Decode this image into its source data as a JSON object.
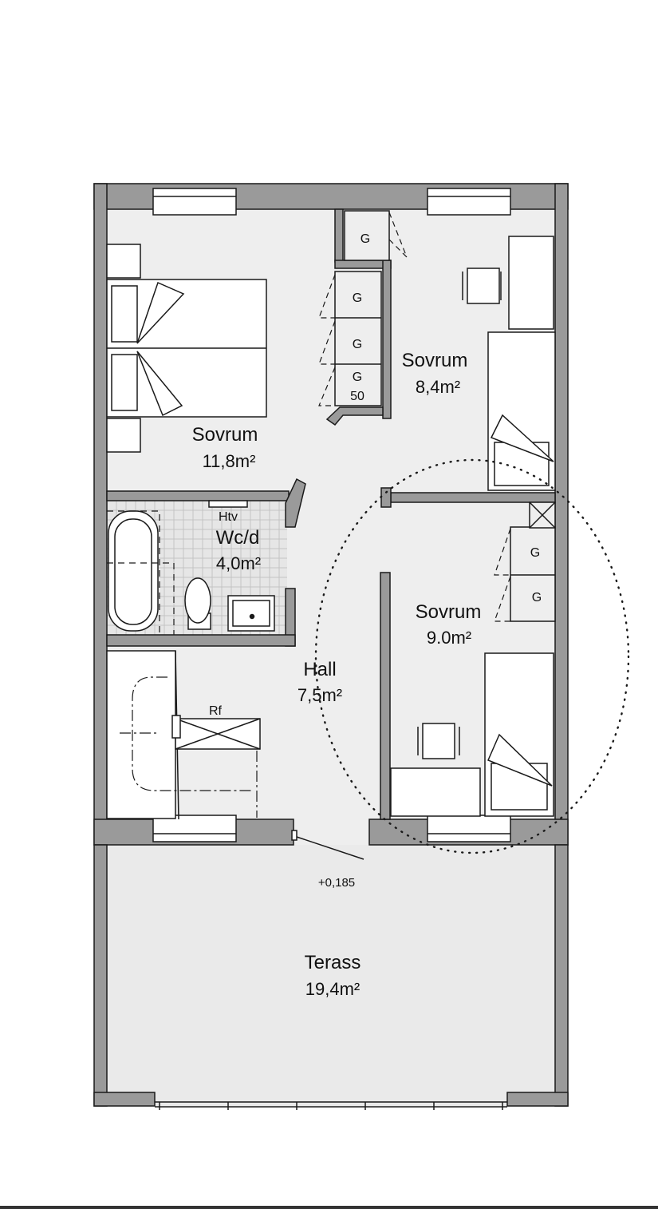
{
  "colors": {
    "wall": "#9a9a9a",
    "wall_stroke": "#1a1a1a",
    "floor": "#eeeeee",
    "terrace": "#eaeaea",
    "line": "#1a1a1a",
    "paper": "#ffffff"
  },
  "rooms": {
    "bedroom_large": {
      "name": "Sovrum",
      "area": "11,8m²"
    },
    "bedroom_top_right": {
      "name": "Sovrum",
      "area": "8,4m²"
    },
    "bedroom_mid_right": {
      "name": "Sovrum",
      "area": "9.0m²"
    },
    "bathroom": {
      "name": "Wc/d",
      "area": "4,0m²"
    },
    "hall": {
      "name": "Hall",
      "area": "7,5m²"
    },
    "terrace": {
      "name": "Terass",
      "area": "19,4m²"
    }
  },
  "labels": {
    "wardrobe": "G",
    "wardrobe_width": "50",
    "heating": "Htv",
    "fridge": "Rf",
    "level": "+0,185"
  }
}
